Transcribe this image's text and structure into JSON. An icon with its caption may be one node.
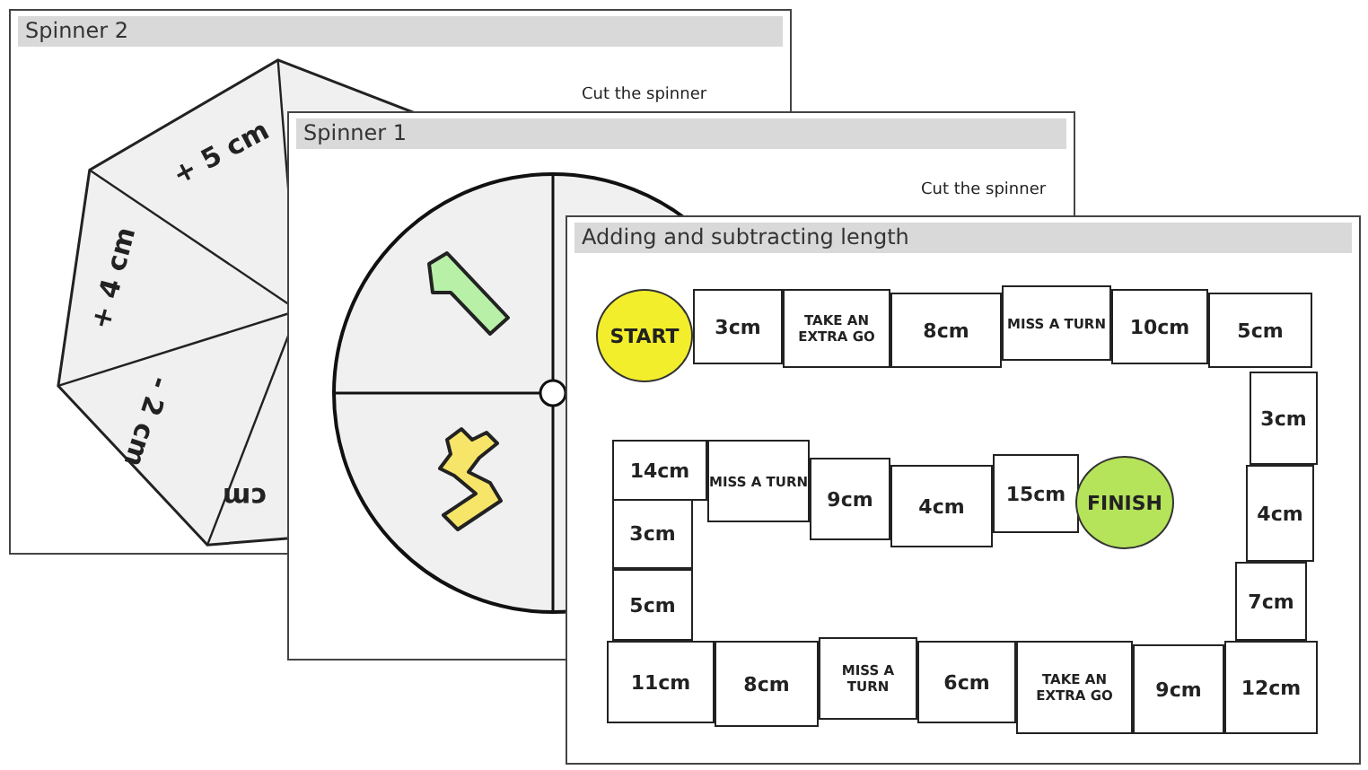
{
  "diagram": {
    "nodes": [
      {
        "text": [
          "START"
        ]
      },
      {
        "text": [
          "3cm"
        ]
      },
      {
        "text": [
          "TAKE AN EXTRA GO"
        ]
      },
      {
        "text": [
          "8cm"
        ]
      },
      {
        "text": [
          "MISS A TURN"
        ]
      },
      {
        "text": [
          "10cm"
        ]
      },
      {
        "text": [
          "5cm"
        ]
      },
      {
        "text": [
          "3cm"
        ]
      },
      {
        "text": [
          "4cm"
        ]
      },
      {
        "text": [
          "7cm"
        ]
      },
      {
        "text": [
          "12cm"
        ]
      },
      {
        "text": [
          "9cm"
        ]
      },
      {
        "text": [
          "TAKE AN EXTRA GO"
        ]
      },
      {
        "text": [
          "6cm"
        ]
      },
      {
        "text": [
          "MISS A TURN"
        ]
      },
      {
        "text": [
          "8cm"
        ]
      },
      {
        "text": [
          "11cm"
        ]
      },
      {
        "text": [
          "5cm"
        ]
      },
      {
        "text": [
          "3cm"
        ]
      },
      {
        "text": [
          "14cm"
        ]
      },
      {
        "text": [
          "MISS A TURN"
        ]
      },
      {
        "text": [
          "9cm"
        ]
      },
      {
        "text": [
          "4cm"
        ]
      },
      {
        "text": [
          "15cm"
        ]
      },
      {
        "text": [
          "FINISH"
        ]
      }
    ],
    "labels": [
      "Spinner 2",
      "+ 5 cm",
      "Cut the spinner",
      "+ 4 cm",
      "- 2 cm",
      "cm",
      "Spinner 1",
      "Cut the spinner",
      "Adding and subtracting length"
    ]
  }
}
